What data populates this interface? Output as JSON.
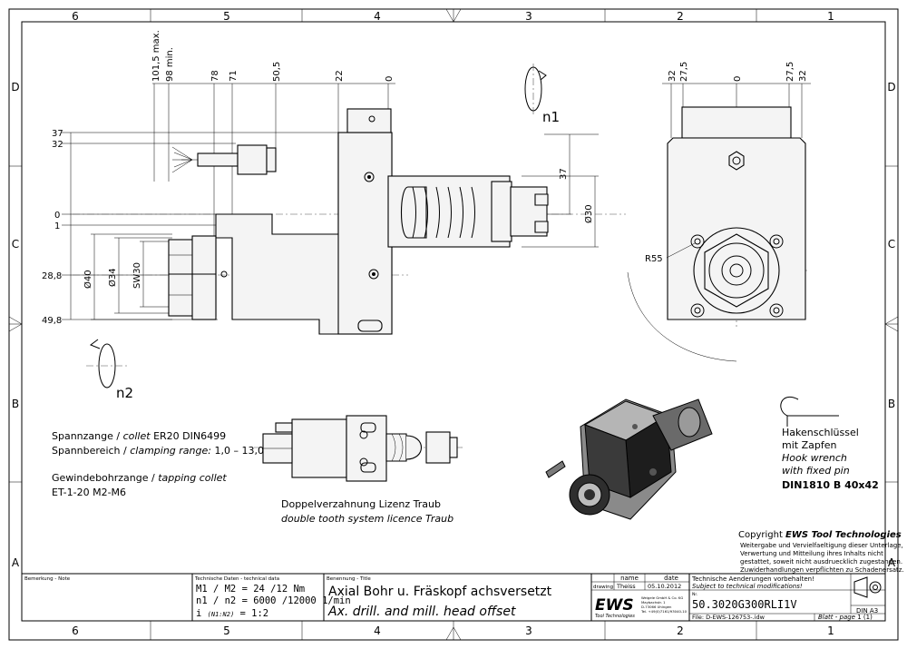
{
  "border": {
    "columns_top": [
      "6",
      "5",
      "4",
      "3",
      "2",
      "1"
    ],
    "columns_bottom": [
      "6",
      "5",
      "4",
      "3",
      "2",
      "1"
    ],
    "rows_left": [
      "D",
      "C",
      "B",
      "A"
    ],
    "rows_right": [
      "D",
      "C",
      "B",
      "A"
    ]
  },
  "side_view": {
    "top_dims": [
      "101,5 max.",
      "98 min.",
      "78",
      "71",
      "50,5",
      "22",
      "0"
    ],
    "left_dims": [
      "37",
      "32",
      "0",
      "1",
      "28,8",
      "49,8"
    ],
    "vertical_dims": [
      "Ø40",
      "Ø34",
      "SW30"
    ],
    "right_dims": [
      "37",
      "Ø30"
    ],
    "rotation_labels": [
      "n1",
      "n2"
    ]
  },
  "front_view": {
    "top_dims": [
      "32",
      "27,5",
      "0",
      "27,5",
      "32"
    ],
    "radius_label": "R55"
  },
  "notes": {
    "collet_de": "Spannzange /",
    "collet_en": "collet",
    "collet_value": "ER20    DIN6499",
    "range_de": "Spannbereich /",
    "range_en": "clamping range:",
    "range_value": "1,0 – 13,0",
    "tapping_de": "Gewindebohrzange /",
    "tapping_en": "tapping collet",
    "tapping_value": "ET-1-20   M2-M6",
    "licence_de": "Doppelverzahnung Lizenz Traub",
    "licence_en": "double tooth system licence Traub",
    "hook_de_1": "Hakenschlüssel",
    "hook_de_2": "mit Zapfen",
    "hook_en_1": "Hook wrench",
    "hook_en_2": "with fixed pin",
    "hook_spec": "DIN1810 B 40x42"
  },
  "copyright": {
    "prefix": "Copyright ",
    "brand": "EWS Tool Technologies",
    "line1": "Weitergabe und Vervielfaeltigung dieser Unterlage,",
    "line2": "Verwertung und Mitteilung ihres Inhalts nicht",
    "line3": "gestattet, soweit nicht ausdruecklich zugestanden.",
    "line4": "Zuwiderhandlungen verpflichten zu Schadenersatz."
  },
  "title_block": {
    "remarks_label": "Bemerkung - Note",
    "tech_label": "Technische Daten - technical data",
    "tech_line1": "M1 / M2 = 24  /12  Nm",
    "tech_line2": "n1 / n2 = 6000 /12000 1/min",
    "tech_line3_a": "i ",
    "tech_line3_b": "(N1:N2)",
    "tech_line3_c": " = 1:2",
    "designation_label": "Benennung - Title",
    "title_de": "Axial Bohr u. Fräskopf achsversetzt",
    "title_en": "Ax. drill. and mill. head offset",
    "name_header": "name",
    "date_header": "date",
    "drawing_label": "drawing",
    "drawing_name": "Theiss",
    "drawing_date": "05.10.2012",
    "logo": "EWS",
    "logo_sub": "Tool Technologies",
    "company_line1": "Weigele GmbH & Co. KG",
    "company_line2": "Maybachstr. 1",
    "company_line3": "D-73066 Uhingen",
    "company_line4": "Tel. +49(0)7161/93040-10",
    "changes_de": "Technische Aenderungen vorbehalten!",
    "changes_en": "Subject to technical modifications!",
    "number_label": "Nr.",
    "part_number": "50.3020G300RLI1V",
    "file_label": "File: D-EWS-126753-.idw",
    "format": "DIN A3",
    "sheet_label": "Blatt - page",
    "sheet_value": "1 (1)"
  }
}
